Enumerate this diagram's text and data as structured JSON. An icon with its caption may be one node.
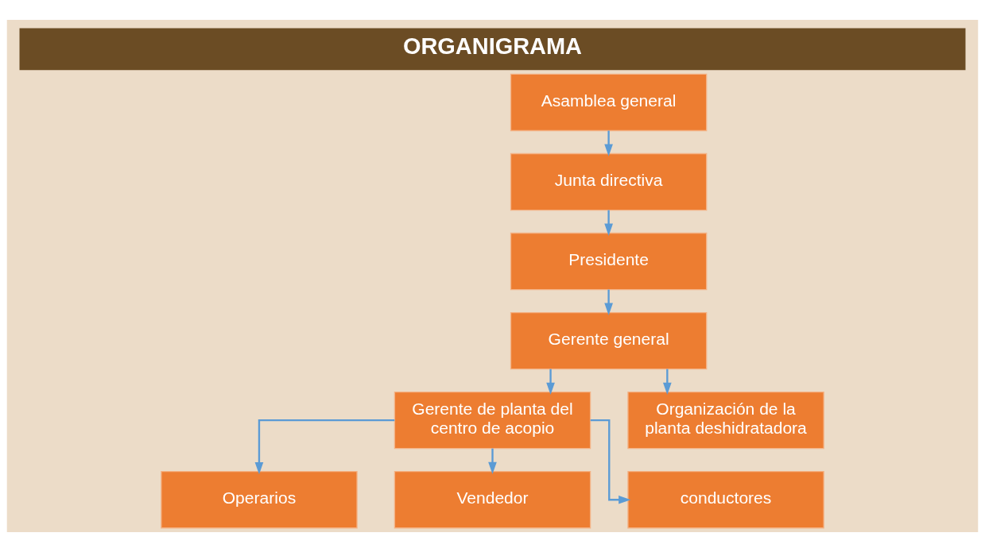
{
  "diagram": {
    "title": "ORGANIGRAMA",
    "nodes": [
      {
        "text": [
          "Asamblea general"
        ]
      },
      {
        "text": [
          "Junta directiva"
        ]
      },
      {
        "text": [
          "Presidente"
        ]
      },
      {
        "text": [
          "Gerente general"
        ]
      },
      {
        "text": [
          "Gerente de planta del centro de acopio"
        ]
      },
      {
        "text": [
          "Organización de la planta deshidratadora"
        ]
      },
      {
        "text": [
          "Operarios"
        ]
      },
      {
        "text": [
          "Vendedor"
        ]
      },
      {
        "text": [
          "conductores"
        ]
      }
    ],
    "edges": [
      {
        "from": 0,
        "to": 1,
        "arrow": "to"
      },
      {
        "from": 1,
        "to": 2,
        "arrow": "to"
      },
      {
        "from": 2,
        "to": 3,
        "arrow": "to"
      },
      {
        "from": 3,
        "to": 4,
        "arrow": "to"
      },
      {
        "from": 3,
        "to": 5,
        "arrow": "to"
      },
      {
        "from": 4,
        "to": 6,
        "arrow": "to"
      },
      {
        "from": 4,
        "to": 7,
        "arrow": "to"
      },
      {
        "from": 4,
        "to": 8,
        "arrow": "to"
      }
    ]
  }
}
